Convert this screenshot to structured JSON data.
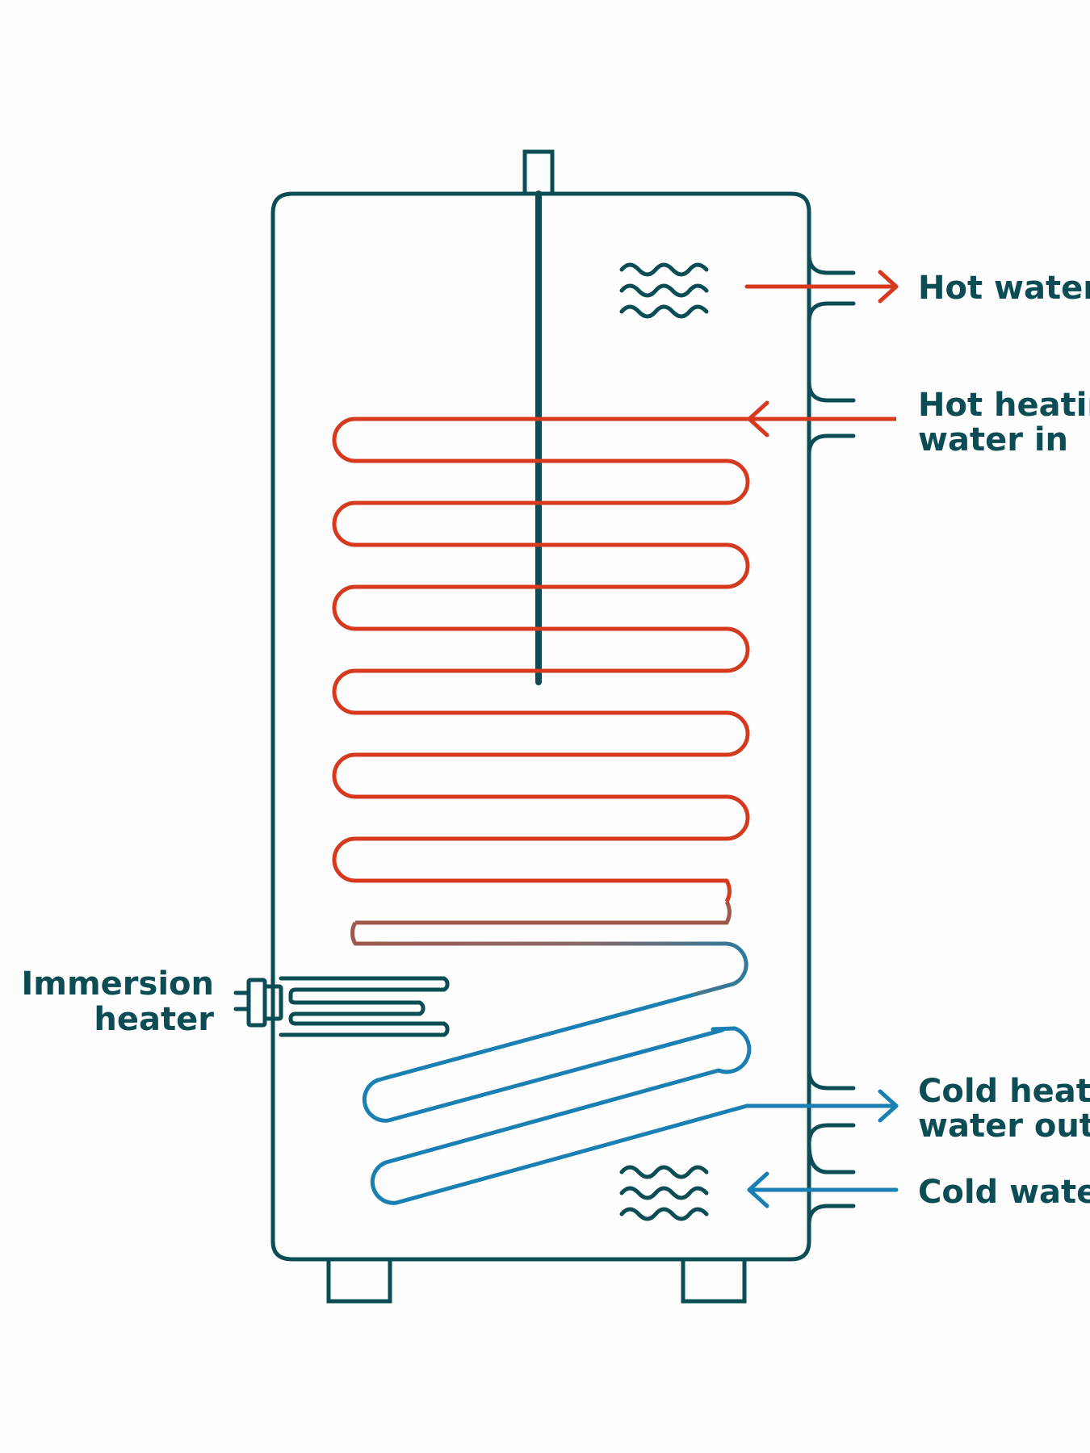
{
  "colors": {
    "background": "#fdfdfd",
    "outline": "#0c4d55",
    "hot": "#d6391d",
    "cold": "#1a7fb3"
  },
  "labels": {
    "hot_water_out": "Hot water o",
    "hot_heating_in": {
      "line1": "Hot heatin",
      "line2": "water in"
    },
    "immersion_heater": {
      "line1": "Immersion",
      "line2": "heater"
    },
    "cold_heating_out": {
      "line1": "Cold heatin",
      "line2": "water out"
    },
    "cold_water_in": "Cold water"
  },
  "icons": {
    "top_water": "wavy-water-icon",
    "bottom_water": "wavy-water-icon",
    "immersion_heater": "heating-element-icon"
  }
}
